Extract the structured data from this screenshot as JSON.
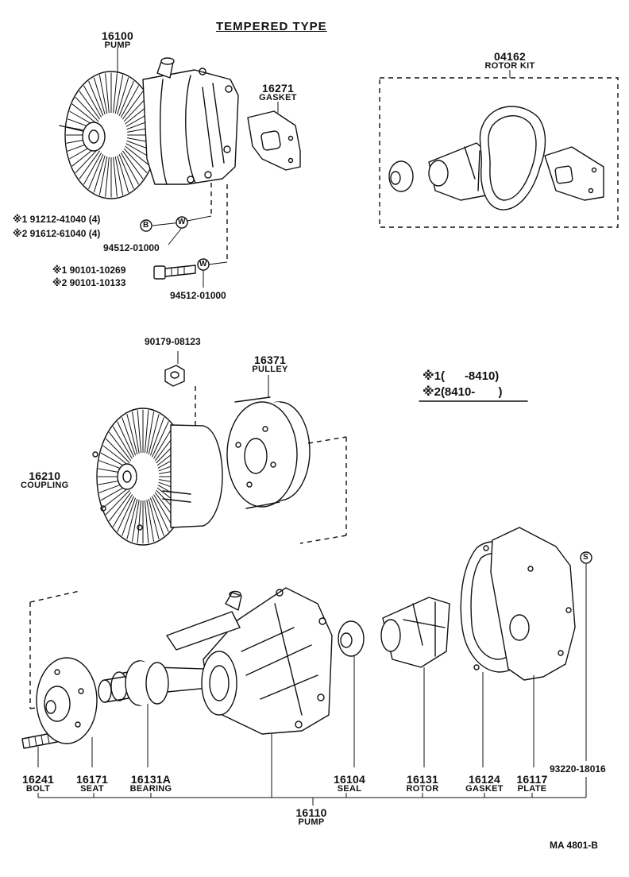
{
  "title": "TEMPERED TYPE",
  "doc_code": "MA 4801-B",
  "legend": {
    "row1_mark": "※1",
    "row1_range": "(      -8410)",
    "row2_mark": "※2",
    "row2_range": "(8410-       )"
  },
  "parts": {
    "pump_top": {
      "num": "16100",
      "name": "PUMP"
    },
    "gasket_top": {
      "num": "16271",
      "name": "GASKET"
    },
    "rotor_kit": {
      "num": "04162",
      "name": "ROTOR KIT"
    },
    "bolt1": "※1 91212-41040 (4)",
    "bolt2": "※2 91612-61040 (4)",
    "washer1": "94512-01000",
    "bolt3": "※1 90101-10269",
    "bolt4": "※2 90101-10133",
    "washer2": "94512-01000",
    "nut": "90179-08123",
    "pulley": {
      "num": "16371",
      "name": "PULLEY"
    },
    "coupling": {
      "num": "16210",
      "name": "COUPLING"
    },
    "bolt": {
      "num": "16241",
      "name": "BOLT"
    },
    "seat": {
      "num": "16171",
      "name": "SEAT"
    },
    "bearing": {
      "num": "16131A",
      "name": "BEARING"
    },
    "seal": {
      "num": "16104",
      "name": "SEAL"
    },
    "rotor": {
      "num": "16131",
      "name": "ROTOR"
    },
    "gasket_bot": {
      "num": "16124",
      "name": "GASKET"
    },
    "plate": {
      "num": "16117",
      "name": "PLATE"
    },
    "screw": "93220-18016",
    "pump_bot": {
      "num": "16110",
      "name": "PUMP"
    }
  },
  "badges": {
    "b": "B",
    "w": "W",
    "s": "S"
  }
}
